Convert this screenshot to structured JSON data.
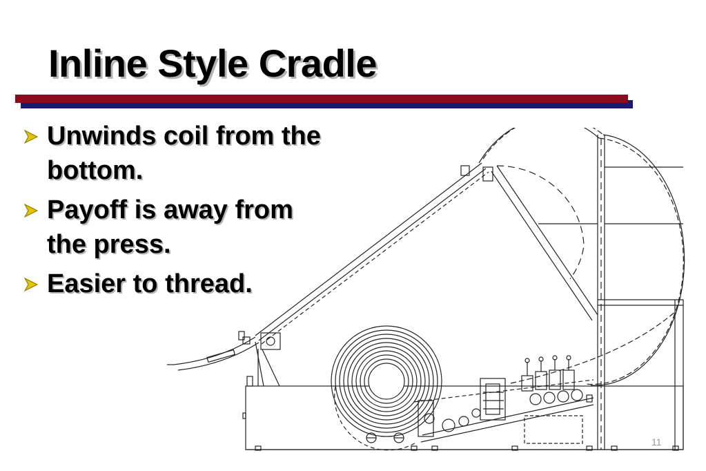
{
  "slide": {
    "title": "Inline Style Cradle",
    "bullets": [
      "Unwinds coil from the bottom.",
      "Payoff is away from the press.",
      "Easier to thread."
    ],
    "page_number": "11"
  },
  "colors": {
    "rule_red": "#8b0a1e",
    "rule_blue": "#1a1a6e",
    "bullet_arrow": "#e3c200"
  },
  "drawing": {
    "subject": "inline-style-cradle-line-drawing"
  }
}
